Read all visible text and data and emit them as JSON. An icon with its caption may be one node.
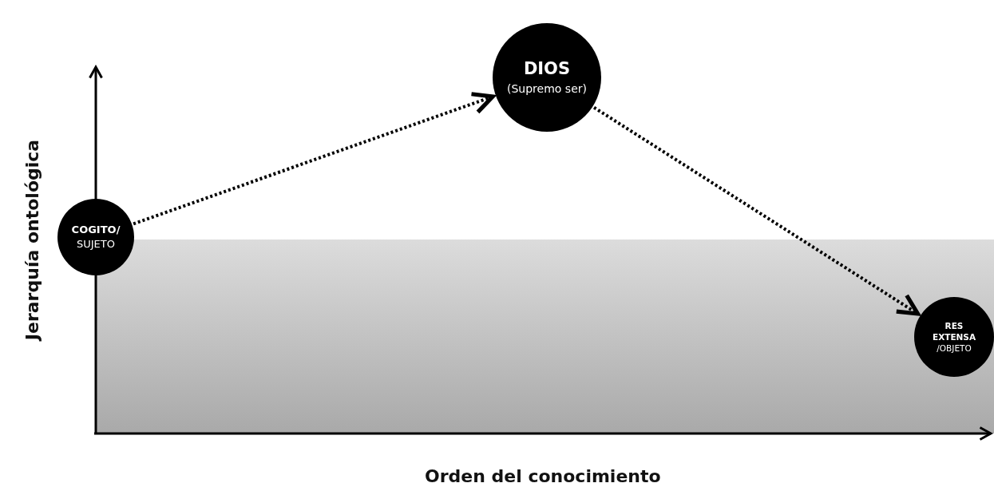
{
  "diagram": {
    "nodes": [
      {
        "text": [
          "**COGITO/** SUJETO"
        ]
      },
      {
        "text": [
          "DIOS",
          "(Supremo ser)"
        ]
      },
      {
        "text": [
          "**RES EXTENSA** /OBJETO"
        ]
      }
    ],
    "edges": [
      {
        "from": 0,
        "to": 1,
        "arrow": "to",
        "style": "dashed"
      },
      {
        "from": 1,
        "to": 2,
        "arrow": "to",
        "style": "dashed"
      }
    ],
    "labels": [
      "Jerarquía ontológica",
      "Orden del conocimiento"
    ]
  }
}
